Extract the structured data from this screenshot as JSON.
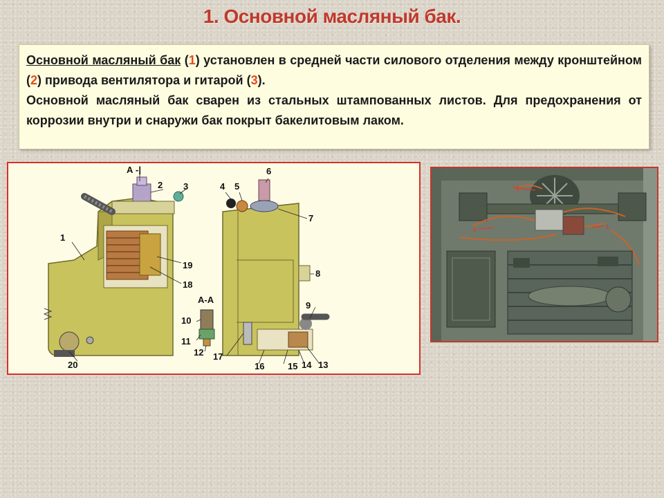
{
  "title": "1. Основной масляный бак.",
  "text": {
    "p1_underlined": "Основной масляный бак",
    "p1_a": " (",
    "p1_n1": "1",
    "p1_b": ") установлен в средней части силового отделения между кронштейном (",
    "p1_n2": "2",
    "p1_c": ") привода вентилятора и гитарой (",
    "p1_n3": "3",
    "p1_d": ").",
    "p2": "Основной масляный бак сварен из стальных штампованных листов. Для предохранения от коррозии внутри и снаружи бак покрыт бакелитовым лаком."
  },
  "diagram": {
    "section_marker": "А -|",
    "section_label": "А-А",
    "labels": [
      "1",
      "2",
      "3",
      "4",
      "5",
      "6",
      "7",
      "8",
      "9",
      "10",
      "11",
      "12",
      "13",
      "14",
      "15",
      "16",
      "17",
      "18",
      "19",
      "20"
    ]
  },
  "photo": {
    "labels": [
      "1",
      "2",
      "3"
    ]
  },
  "colors": {
    "title": "#c0392b",
    "number": "#e74c1c",
    "tank": "#c9c35e",
    "frame": "#d4312b"
  }
}
